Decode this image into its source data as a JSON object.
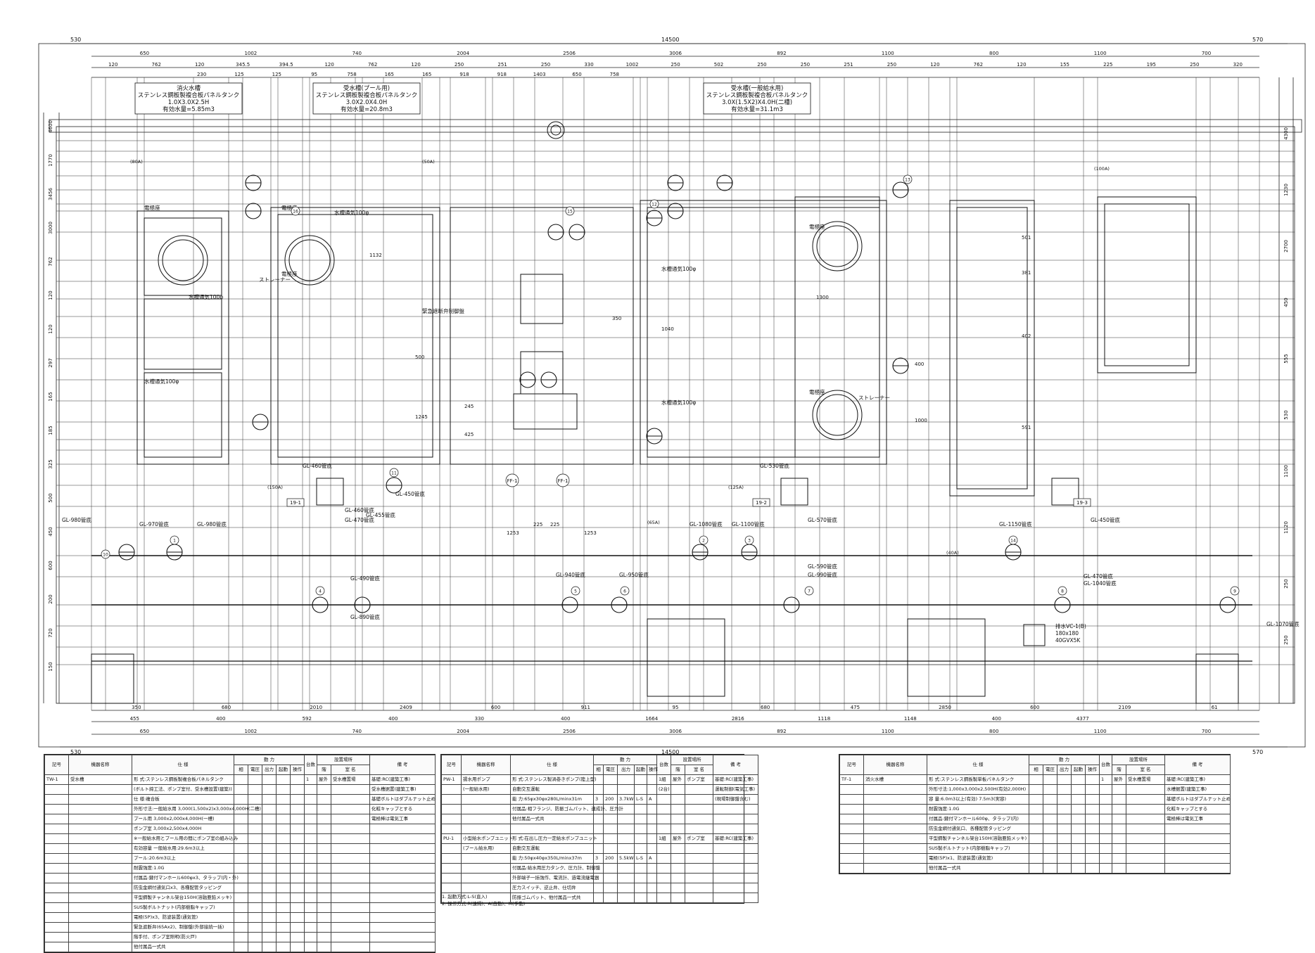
{
  "dims_top_outer": {
    "left": "530",
    "center": "14500",
    "right": "570"
  },
  "dims_top_row1": [
    "650",
    "1002",
    "740",
    "2004",
    "2506",
    "3006",
    "892",
    "1100",
    "800",
    "1100",
    "700"
  ],
  "dims_top_row2": [
    "120",
    "762",
    "120",
    "345.5",
    "394.5",
    "120",
    "762",
    "120",
    "250",
    "251",
    "250",
    "330",
    "1002",
    "250",
    "502",
    "250",
    "250",
    "251",
    "250",
    "120",
    "762",
    "120",
    "155",
    "225",
    "195",
    "250",
    "320"
  ],
  "dims_top_row3": [
    "230",
    "125",
    "125",
    "95",
    "758",
    "165",
    "165",
    "918",
    "918",
    "1403",
    "650",
    "758"
  ],
  "dims_bottom_row1": [
    "350",
    "680",
    "2010",
    "2409",
    "600",
    "911",
    "95",
    "680",
    "475",
    "2850",
    "600",
    "2109",
    "61"
  ],
  "dims_bottom_row2": [
    "455",
    "400",
    "592",
    "400",
    "330",
    "400",
    "1664",
    "2816",
    "1118",
    "1148",
    "400",
    "4377"
  ],
  "dims_bottom_row3": [
    "650",
    "1002",
    "740",
    "2004",
    "2506",
    "3006",
    "892",
    "1100",
    "800",
    "1100",
    "700"
  ],
  "dims_bottom_outer": {
    "left": "530",
    "center": "14500",
    "right": "570"
  },
  "dims_left": [
    "4600",
    "1770",
    "3456",
    "3000",
    "762",
    "120",
    "120",
    "297",
    "165",
    "185",
    "325",
    "500",
    "450",
    "600",
    "200",
    "720",
    "150"
  ],
  "dims_right": [
    "4300",
    "1230",
    "2700",
    "450",
    "555",
    "530",
    "1100",
    "1120",
    "250",
    "250"
  ],
  "tank_labels": [
    {
      "name": "消火水槽",
      "spec": "ステンレス鋼板製複合板パネルタンク",
      "size": "1.0X3.0X2.5H",
      "volume": "有効水量=5.85m3"
    },
    {
      "name": "受水槽(プール用)",
      "spec": "ステンレス鋼板製複合板パネルタンク",
      "size": "3.0X2.0X4.0H",
      "volume": "有効水量=20.8m3"
    },
    {
      "name": "受水槽(一般給水用)",
      "spec": "ステンレス鋼板製複合板パネルタンク",
      "size": "3.0X(1.5X2)X4.0H(二槽)",
      "volume": "有効水量=31.1m3"
    }
  ],
  "drawing_labels": {
    "manhole": "電極座",
    "vent": "水槽通気100φ",
    "strainer": "ストレーナー",
    "emergency": "緊急遮断弁制御盤",
    "heights": [
      "GL-460管底",
      "GL-460管底",
      "GL-470管底",
      "GL-455管底",
      "GL-450管底",
      "GL-530管底",
      "GL-570管底",
      "GL-980管底",
      "GL-970管底",
      "GL-980管底",
      "GL-490管底",
      "GL-890管底",
      "GL-940管底",
      "GL-950管底",
      "GL-1080管底",
      "GL-1100管底",
      "GL-590管底",
      "GL-990管底",
      "GL-1150管底",
      "GL-450管底",
      "GL-470管底",
      "GL-1040管底",
      "GL-1070管底"
    ],
    "pipe_sizes": [
      "(80A)",
      "(50A)",
      "(100A)",
      "(150A)",
      "(125A)",
      "(40A)",
      "(65A)"
    ],
    "device": "排水VC-1(B)",
    "device_size": "180x180",
    "device_model": "40GVX5K",
    "section_marks": [
      "19-1",
      "19-2",
      "19-3"
    ],
    "pit_marks": [
      "FF-1",
      "FF-1"
    ],
    "valve_numbers": [
      "1",
      "2",
      "3",
      "4",
      "5",
      "6",
      "7",
      "8",
      "9",
      "10",
      "11",
      "12",
      "13",
      "14",
      "15",
      "16"
    ],
    "dims_inner": [
      "1253",
      "1253",
      "225",
      "225",
      "350",
      "500",
      "245",
      "425",
      "1000",
      "400",
      "381",
      "402",
      "501",
      "591",
      "1132",
      "1245",
      "1040",
      "1300"
    ]
  },
  "table1": {
    "headers": [
      "記号",
      "機器名称",
      "仕 様",
      "動 力",
      "台数",
      "設置場所",
      "備 考"
    ],
    "power_headers": [
      "相",
      "電圧",
      "出力",
      "起動",
      "操作"
    ],
    "place_headers": [
      "階",
      "室 名"
    ],
    "rows": [
      {
        "code": "TW-1",
        "name": "受水槽",
        "spec": "形 式:ステンレス鋼板製複合板パネルタンク",
        "qty": "1",
        "floor": "屋外",
        "room": "受水槽置場",
        "note": "基礎:RC(建築工事)"
      },
      {
        "code": "",
        "name": "",
        "spec": "(ボルト締工法、ポンプ室付、受水槽設置(建築))",
        "qty": "",
        "floor": "",
        "room": "",
        "note": "受水槽据置(建築工事)"
      },
      {
        "code": "",
        "name": "",
        "spec": "仕 様:複合板",
        "qty": "",
        "floor": "",
        "room": "",
        "note": "基礎ボルトはダブルナット止め"
      },
      {
        "code": "",
        "name": "",
        "spec": "外形寸法:一般給水用 3,000(1,500x2)x3,000x4,000H(二槽)",
        "qty": "",
        "floor": "",
        "room": "",
        "note": "化粧キャップとする"
      },
      {
        "code": "",
        "name": "",
        "spec": "プール用 3,000x2,000x4,000H(一槽)",
        "qty": "",
        "floor": "",
        "room": "",
        "note": "電極棒は電気工事"
      },
      {
        "code": "",
        "name": "",
        "spec": "ポンプ室 3,000x2,500x4,000H",
        "qty": "",
        "floor": "",
        "room": "",
        "note": ""
      },
      {
        "code": "",
        "name": "",
        "spec": "※一般給水用とプール用の間にポンプ室の組み込み",
        "qty": "",
        "floor": "",
        "room": "",
        "note": ""
      },
      {
        "code": "",
        "name": "",
        "spec": "有効容量 一般給水用:29.6m3以上",
        "qty": "",
        "floor": "",
        "room": "",
        "note": ""
      },
      {
        "code": "",
        "name": "",
        "spec": "プール:20.6m3以上",
        "qty": "",
        "floor": "",
        "room": "",
        "note": ""
      },
      {
        "code": "",
        "name": "",
        "spec": "耐震強度:1.0G",
        "qty": "",
        "floor": "",
        "room": "",
        "note": ""
      },
      {
        "code": "",
        "name": "",
        "spec": "付属品:鍵付マンホール600φx3、タラップ(内・外)",
        "qty": "",
        "floor": "",
        "room": "",
        "note": ""
      },
      {
        "code": "",
        "name": "",
        "spec": "防虫金網付通気口x3、各種配管タッピング",
        "qty": "",
        "floor": "",
        "room": "",
        "note": ""
      },
      {
        "code": "",
        "name": "",
        "spec": "平型鋼製チャンネル架台150H(溶融亜鉛メッキ)",
        "qty": "",
        "floor": "",
        "room": "",
        "note": ""
      },
      {
        "code": "",
        "name": "",
        "spec": "SUS製ボルトナット(内部樹脂キャップ)",
        "qty": "",
        "floor": "",
        "room": "",
        "note": ""
      },
      {
        "code": "",
        "name": "",
        "spec": "電極(5P)x3、防波装置(通気管)",
        "qty": "",
        "floor": "",
        "room": "",
        "note": ""
      },
      {
        "code": "",
        "name": "",
        "spec": "緊急遮断弁(65Ax2)、制御盤(外部接続一括)",
        "qty": "",
        "floor": "",
        "room": "",
        "note": ""
      },
      {
        "code": "",
        "name": "",
        "spec": "階手付、ポンプ室照明(防火戸)",
        "qty": "",
        "floor": "",
        "room": "",
        "note": ""
      },
      {
        "code": "",
        "name": "",
        "spec": "他付属品一式共",
        "qty": "",
        "floor": "",
        "room": "",
        "note": ""
      }
    ]
  },
  "table2": {
    "headers": [
      "記号",
      "機器名称",
      "仕 様",
      "動 力",
      "台数",
      "設置場所",
      "備 考"
    ],
    "power_headers": [
      "相",
      "電圧",
      "出力",
      "起動",
      "操作"
    ],
    "place_headers": [
      "階",
      "室 名"
    ],
    "rows": [
      {
        "code": "PW-1",
        "name": "揚水用ポンプ",
        "spec": "形 式:ステンレス製渦巻きポンプ(陸上型)",
        "phase": "",
        "voltage": "",
        "output": "",
        "start": "",
        "op": "",
        "qty": "1組",
        "floor": "屋外",
        "room": "ポンプ室",
        "note": "基礎:RC(建築工事)"
      },
      {
        "code": "",
        "name": "(一般給水用)",
        "spec": "自動交互運転",
        "phase": "",
        "voltage": "",
        "output": "",
        "start": "",
        "op": "",
        "qty": "(2台)",
        "floor": "",
        "room": "",
        "note": "運転制御(電気工事)"
      },
      {
        "code": "",
        "name": "",
        "spec": "能 力:65φx30φx280L/minx31m",
        "phase": "3",
        "voltage": "200",
        "output": "3.7kW",
        "start": "L-S",
        "op": "A",
        "qty": "",
        "floor": "",
        "room": "",
        "note": "(現場制御盤含む)"
      },
      {
        "code": "",
        "name": "",
        "spec": "付属品:相フランジ、防振ゴムパット、連成計、圧力計",
        "phase": "",
        "voltage": "",
        "output": "",
        "start": "",
        "op": "",
        "qty": "",
        "floor": "",
        "room": "",
        "note": ""
      },
      {
        "code": "",
        "name": "",
        "spec": "他付属品一式共",
        "phase": "",
        "voltage": "",
        "output": "",
        "start": "",
        "op": "",
        "qty": "",
        "floor": "",
        "room": "",
        "note": ""
      },
      {
        "code": "",
        "name": "",
        "spec": "",
        "phase": "",
        "voltage": "",
        "output": "",
        "start": "",
        "op": "",
        "qty": "",
        "floor": "",
        "room": "",
        "note": ""
      },
      {
        "code": "PU-1",
        "name": "小型給水ポンプユニット",
        "spec": "形 式:在出し圧力一定給水ポンプユニット",
        "phase": "",
        "voltage": "",
        "output": "",
        "start": "",
        "op": "",
        "qty": "1組",
        "floor": "屋外",
        "room": "ポンプ室",
        "note": "基礎:RC(建築工事)"
      },
      {
        "code": "",
        "name": "(プール給水用)",
        "spec": "自動交互運転",
        "phase": "",
        "voltage": "",
        "output": "",
        "start": "",
        "op": "",
        "qty": "",
        "floor": "",
        "room": "",
        "note": ""
      },
      {
        "code": "",
        "name": "",
        "spec": "能 力:50φx40φx350L/minx37m",
        "phase": "3",
        "voltage": "200",
        "output": "5.5kW",
        "start": "L-S",
        "op": "A",
        "qty": "",
        "floor": "",
        "room": "",
        "note": ""
      },
      {
        "code": "",
        "name": "",
        "spec": "付属品:給水用圧力タンク、圧力計、制御盤",
        "phase": "",
        "voltage": "",
        "output": "",
        "start": "",
        "op": "",
        "qty": "",
        "floor": "",
        "room": "",
        "note": ""
      },
      {
        "code": "",
        "name": "",
        "spec": "外部端子一括強作、電流計、過電流継電器",
        "phase": "",
        "voltage": "",
        "output": "",
        "start": "",
        "op": "",
        "qty": "",
        "floor": "",
        "room": "",
        "note": ""
      },
      {
        "code": "",
        "name": "",
        "spec": "圧力スイッチ、逆止弁、仕切弁",
        "phase": "",
        "voltage": "",
        "output": "",
        "start": "",
        "op": "",
        "qty": "",
        "floor": "",
        "room": "",
        "note": ""
      },
      {
        "code": "",
        "name": "",
        "spec": "防振ゴムパット、他付属品一式共",
        "phase": "",
        "voltage": "",
        "output": "",
        "start": "",
        "op": "",
        "qty": "",
        "floor": "",
        "room": "",
        "note": ""
      }
    ],
    "notes": [
      "1. 起動方式:L-S(直入)",
      "2. 操作方式:R(遠隔)、A(自動)、M(手動)"
    ]
  },
  "table3": {
    "headers": [
      "記号",
      "機器名称",
      "仕 様",
      "動 力",
      "台数",
      "設置場所",
      "備 考"
    ],
    "power_headers": [
      "相",
      "電圧",
      "出力",
      "起動",
      "操作"
    ],
    "place_headers": [
      "階",
      "室 名"
    ],
    "rows": [
      {
        "code": "TF-1",
        "name": "消火水槽",
        "spec": "形 式:ステンレス鋼板製単板パネルタンク",
        "qty": "1",
        "floor": "屋外",
        "room": "受水槽置場",
        "note": "基礎:RC(建築工事)"
      },
      {
        "code": "",
        "name": "",
        "spec": "外形寸法:1,000x3,000x2,500H(有効2,000H)",
        "qty": "",
        "floor": "",
        "room": "",
        "note": "水槽据置(建築工事)"
      },
      {
        "code": "",
        "name": "",
        "spec": "容 量:6.0m3以上(有効) 7.5m3(実容)",
        "qty": "",
        "floor": "",
        "room": "",
        "note": "基礎ボルトはダブルナット止め"
      },
      {
        "code": "",
        "name": "",
        "spec": "耐震強度:1.0G",
        "qty": "",
        "floor": "",
        "room": "",
        "note": "化粧キャップとする"
      },
      {
        "code": "",
        "name": "",
        "spec": "付属品:鍵付マンホール600φ、タラップ(内)",
        "qty": "",
        "floor": "",
        "room": "",
        "note": "電極棒は電気工事"
      },
      {
        "code": "",
        "name": "",
        "spec": "防虫金網付通気口、各種配管タッピング",
        "qty": "",
        "floor": "",
        "room": "",
        "note": ""
      },
      {
        "code": "",
        "name": "",
        "spec": "平型鋼製チャンネル架台150H(溶融亜鉛メッキ)",
        "qty": "",
        "floor": "",
        "room": "",
        "note": ""
      },
      {
        "code": "",
        "name": "",
        "spec": "SUS製ボルトナット(内部樹脂キャップ)",
        "qty": "",
        "floor": "",
        "room": "",
        "note": ""
      },
      {
        "code": "",
        "name": "",
        "spec": "電極(5P)x1、防波装置(通気管)",
        "qty": "",
        "floor": "",
        "room": "",
        "note": ""
      },
      {
        "code": "",
        "name": "",
        "spec": "他付属品一式共",
        "qty": "",
        "floor": "",
        "room": "",
        "note": ""
      }
    ]
  }
}
